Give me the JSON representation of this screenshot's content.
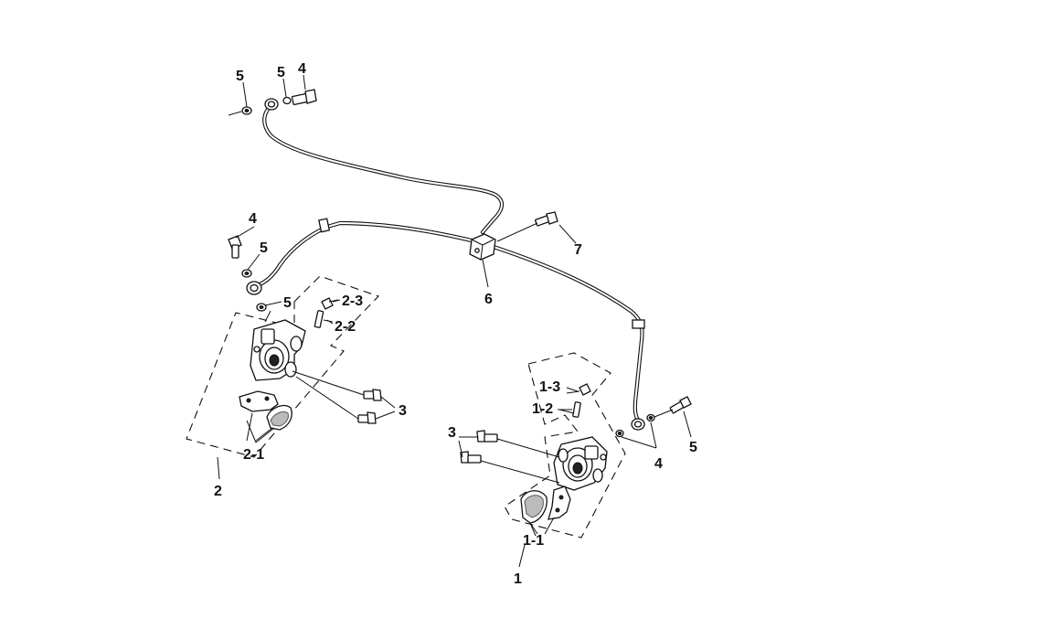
{
  "diagram": {
    "background": "#ffffff",
    "ink": "#111111",
    "callouts": {
      "c1": "1",
      "c1_1": "1-1",
      "c1_2": "1-2",
      "c1_3": "1-3",
      "c2": "2",
      "c2_1": "2-1",
      "c2_2": "2-2",
      "c2_3": "2-3",
      "c3_left": "3",
      "c3_right": "3",
      "c4_top": "4",
      "c4_left": "4",
      "c4_right": "4",
      "c5_top_a": "5",
      "c5_top_b": "5",
      "c5_left_a": "5",
      "c5_left_b": "5",
      "c5_right": "5",
      "c6": "6",
      "c7": "7"
    }
  }
}
